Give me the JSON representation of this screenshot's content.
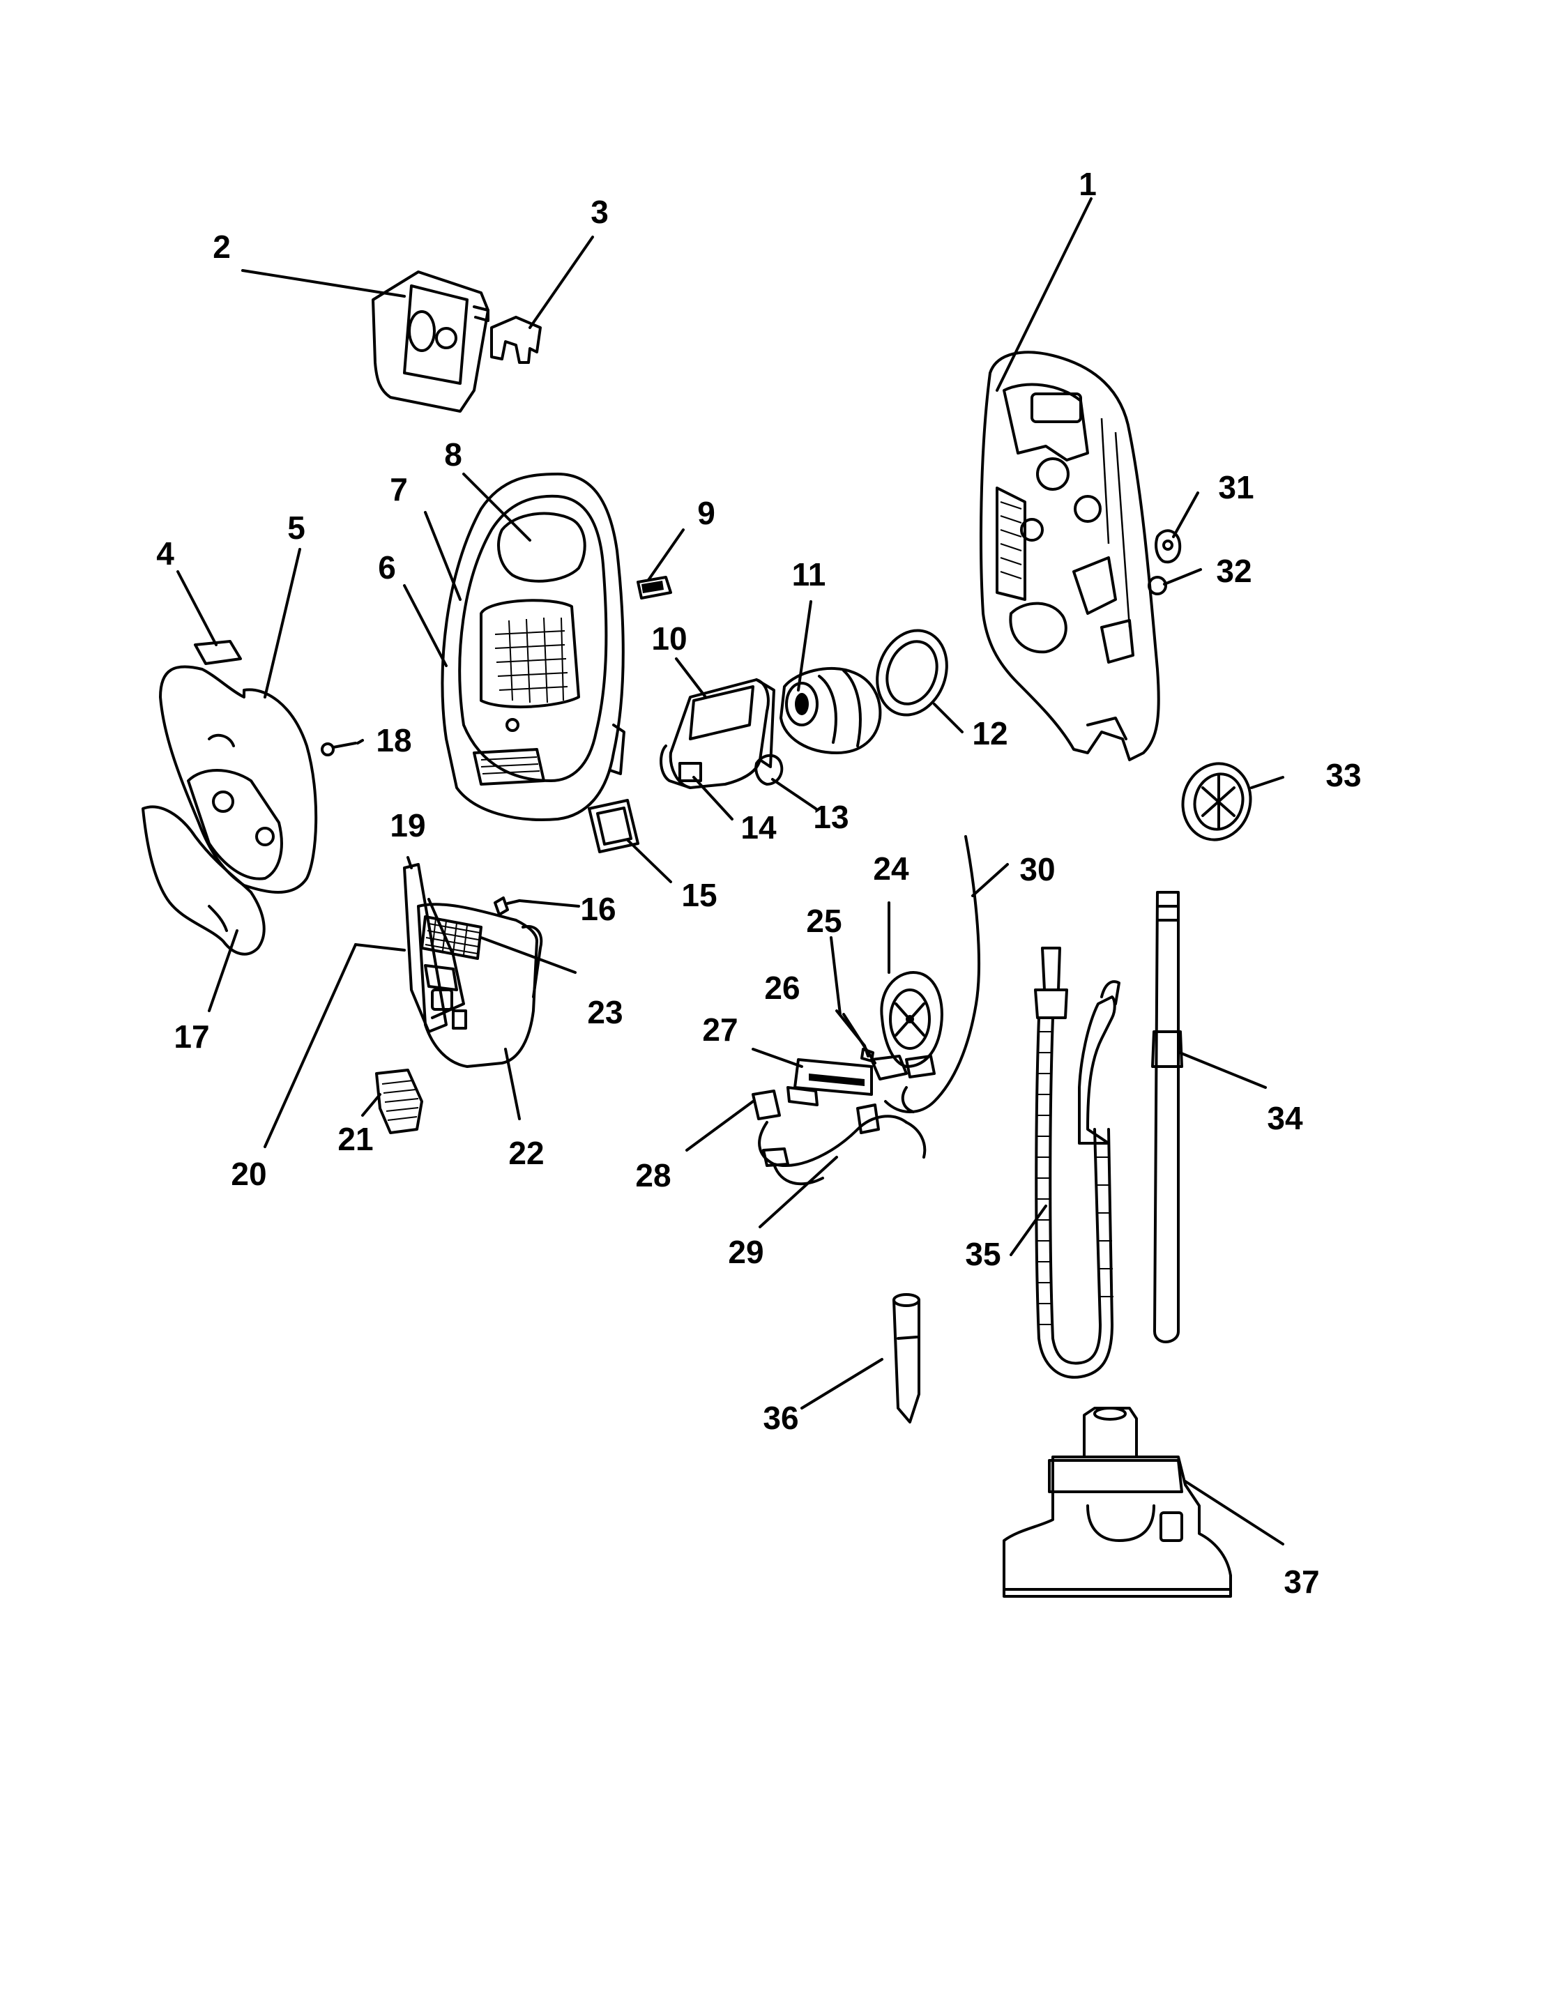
{
  "diagram": {
    "callouts": [
      "1",
      "2",
      "3",
      "4",
      "5",
      "6",
      "7",
      "8",
      "9",
      "10",
      "11",
      "12",
      "13",
      "14",
      "15",
      "16",
      "17",
      "18",
      "19",
      "20",
      "21",
      "22",
      "23",
      "24",
      "25",
      "26",
      "27",
      "28",
      "29",
      "30",
      "31",
      "32",
      "33",
      "34",
      "35",
      "36",
      "37"
    ],
    "icons": [
      "vacuum-exploded-parts-drawing"
    ]
  }
}
